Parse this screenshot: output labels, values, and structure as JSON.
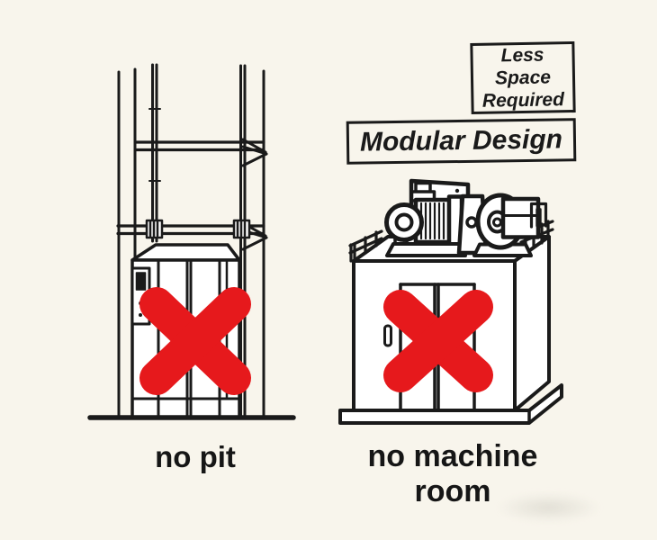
{
  "scene": {
    "background_color": "#F8F5EC",
    "ink_color": "#1A1A1A",
    "x_mark_color": "#E6191C",
    "description_left": "elevator shaft with car at floor level crossed out",
    "description_right": "machine unit on top of elevator cabin crossed out"
  },
  "badges": {
    "less_space": {
      "line1": "Less",
      "line2": "Space",
      "line3": "Required"
    },
    "modular_design": {
      "label": "Modular Design"
    }
  },
  "captions": {
    "left": "no pit",
    "right": "no machine room"
  }
}
